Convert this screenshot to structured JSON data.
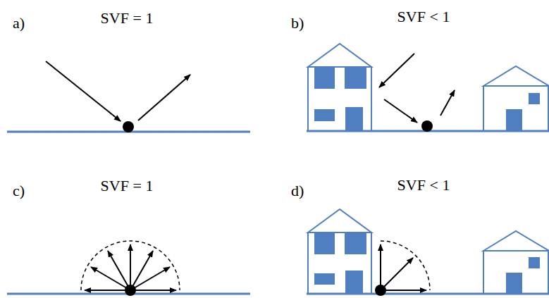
{
  "diagram": {
    "labels": [
      "a)",
      "SVF = 1",
      "b)",
      "SVF < 1",
      "c)",
      "SVF = 1",
      "d)",
      "SVF < 1"
    ]
  }
}
